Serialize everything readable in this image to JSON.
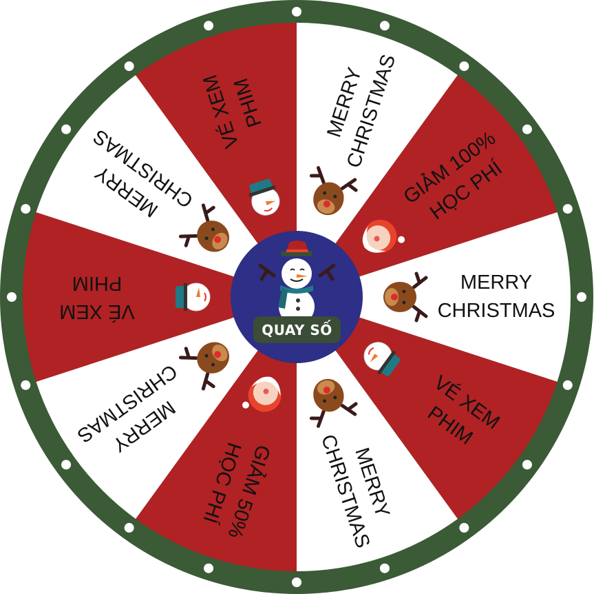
{
  "colors": {
    "red": "#b02224",
    "white": "#ffffff",
    "ring": "#3b5a36",
    "center": "#2e2f86",
    "button": "#3b4d37"
  },
  "segments": [
    {
      "lines": [
        "MERRY",
        "CHRISTMAS"
      ],
      "color": "white",
      "icon": "reindeer-icon"
    },
    {
      "lines": [
        "GIẢM 100%",
        "HỌC PHÍ"
      ],
      "color": "red",
      "icon": "santa-icon"
    },
    {
      "lines": [
        "MERRY",
        "CHRISTMAS"
      ],
      "color": "white",
      "icon": "reindeer-icon"
    },
    {
      "lines": [
        "VÉ XEM",
        "PHIM"
      ],
      "color": "red",
      "icon": "snowman-icon"
    },
    {
      "lines": [
        "MERRY",
        "CHRISTMAS"
      ],
      "color": "white",
      "icon": "reindeer-icon"
    },
    {
      "lines": [
        "GIẢM 50%",
        "HỌC PHÍ"
      ],
      "color": "red",
      "icon": "santa-icon"
    },
    {
      "lines": [
        "MERRY",
        "CHRISTMAS"
      ],
      "color": "white",
      "icon": "reindeer-icon"
    },
    {
      "lines": [
        "VÉ XEM",
        "PHIM"
      ],
      "color": "red",
      "icon": "snowman-icon"
    },
    {
      "lines": [
        "MERRY",
        "CHRISTMAS"
      ],
      "color": "white",
      "icon": "reindeer-icon"
    },
    {
      "lines": [
        "VÉ XEM",
        "PHIM"
      ],
      "color": "red",
      "icon": "snowman-icon"
    }
  ],
  "spin_button": {
    "label": "QUAY SỐ"
  }
}
